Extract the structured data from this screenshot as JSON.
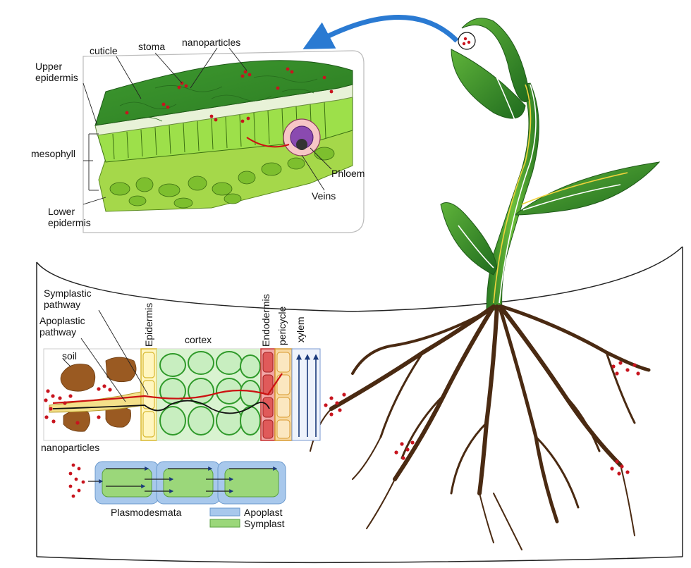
{
  "leaf_panel": {
    "labels": {
      "cuticle": "cuticle",
      "stoma": "stoma",
      "nanoparticles": "nanoparticles",
      "upper_epidermis": "Upper\nepidermis",
      "mesophyll": "mesophyll",
      "lower_epidermis": "Lower\nepidermis",
      "phloem": "Phloem",
      "veins": "Veins"
    }
  },
  "root_panel": {
    "labels": {
      "symplastic_pathway": "Symplastic\npathway",
      "apoplastic_pathway": "Apoplastic\npathway",
      "soil": "soil",
      "epidermis": "Epidermis",
      "cortex": "cortex",
      "endodermis": "Endodermis",
      "pericycle": "pericycle",
      "xylem": "xylem",
      "nanoparticles": "nanoparticles"
    }
  },
  "legend": {
    "plasmodesmata": "Plasmodesmata",
    "apoplast": "Apoplast",
    "symplast": "Symplast"
  },
  "colors": {
    "leaf_green": "#2f8a2a",
    "leaf_dark": "#1f6b1e",
    "mesophyll_green": "#8cd43a",
    "nanoparticle_red": "#c8141e",
    "soil_brown": "#9a5a22",
    "root_brown": "#4a2a12",
    "apoplast_blue": "#a8c8ec",
    "symplast_green": "#9bd77a",
    "endodermis_red": "#e05a5a",
    "epidermis_yellow": "#f0d23c",
    "arrow_blue": "#2a7ad2"
  }
}
